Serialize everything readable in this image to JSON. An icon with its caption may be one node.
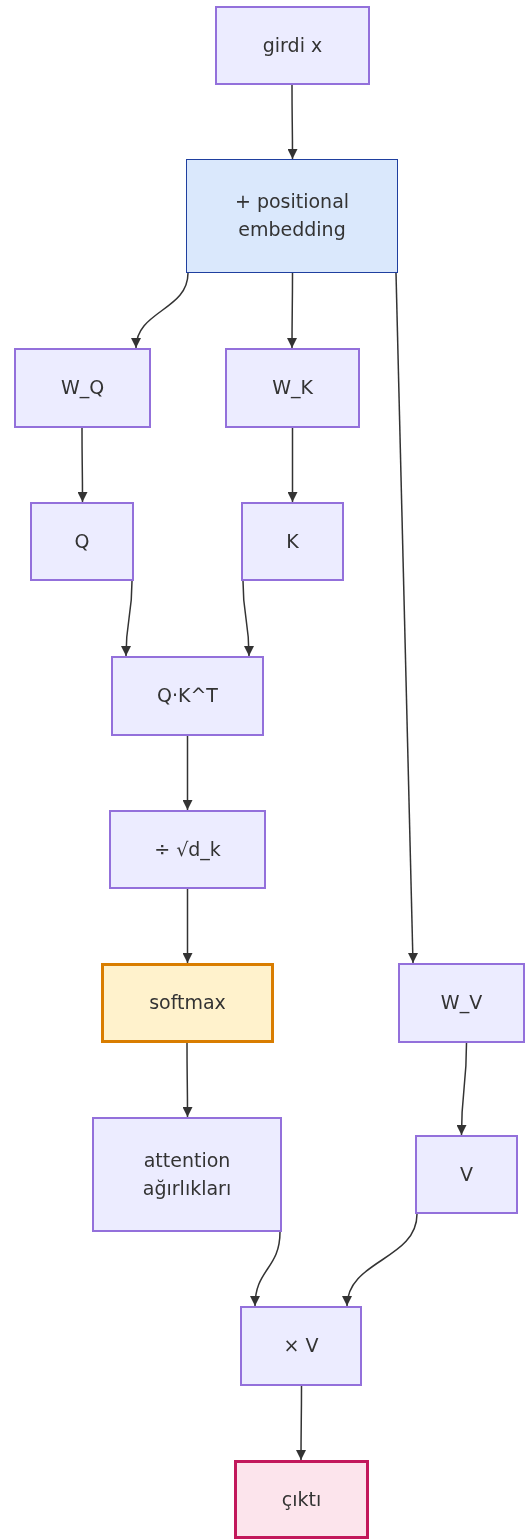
{
  "diagram": {
    "nodes": [
      {
        "text": [
          "girdi x"
        ]
      },
      {
        "text": [
          "+ positional embedding"
        ]
      },
      {
        "text": [
          "W_Q"
        ]
      },
      {
        "text": [
          "W_K"
        ]
      },
      {
        "text": [
          "Q"
        ]
      },
      {
        "text": [
          "K"
        ]
      },
      {
        "text": [
          "Q·K^T"
        ]
      },
      {
        "text": [
          "÷ √d_k"
        ]
      },
      {
        "text": [
          "softmax"
        ]
      },
      {
        "text": [
          "W_V"
        ]
      },
      {
        "text": [
          "attention ağırlıkları"
        ]
      },
      {
        "text": [
          "V"
        ]
      },
      {
        "text": [
          "× V"
        ]
      },
      {
        "text": [
          "çıktı"
        ]
      }
    ],
    "edges": [
      {
        "from": 0,
        "to": 1,
        "arrow": "to"
      },
      {
        "from": 1,
        "to": 2,
        "arrow": "to"
      },
      {
        "from": 1,
        "to": 3,
        "arrow": "to"
      },
      {
        "from": 1,
        "to": 9,
        "arrow": "to"
      },
      {
        "from": 2,
        "to": 4,
        "arrow": "to"
      },
      {
        "from": 3,
        "to": 5,
        "arrow": "to"
      },
      {
        "from": 4,
        "to": 6,
        "arrow": "to"
      },
      {
        "from": 5,
        "to": 6,
        "arrow": "to"
      },
      {
        "from": 6,
        "to": 7,
        "arrow": "to"
      },
      {
        "from": 7,
        "to": 8,
        "arrow": "to"
      },
      {
        "from": 8,
        "to": 10,
        "arrow": "to"
      },
      {
        "from": 10,
        "to": 12,
        "arrow": "to"
      },
      {
        "from": 9,
        "to": 11,
        "arrow": "to"
      },
      {
        "from": 11,
        "to": 12,
        "arrow": "to"
      },
      {
        "from": 12,
        "to": 13,
        "arrow": "to"
      }
    ]
  }
}
